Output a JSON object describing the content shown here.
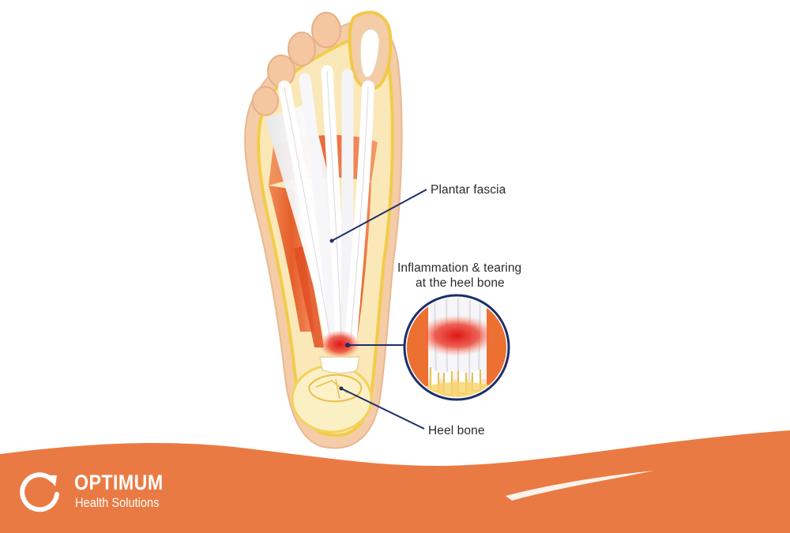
{
  "labels": {
    "plantar_fascia": "Plantar fascia",
    "inflammation_line1": "Inflammation & tearing",
    "inflammation_line2": "at the heel bone",
    "heel_bone": "Heel bone"
  },
  "brand": {
    "name": "OPTIMUM",
    "subtitle": "Health Solutions",
    "icon": "circular-arrow-icon"
  },
  "colors": {
    "banner": "#ea7a43",
    "skin": "#f3c9a4",
    "fascia": "#f4f4f6",
    "muscle": "#e8672f",
    "fat": "#f4d45a",
    "inflammation": "#e0201c",
    "leader_line": "#1c2f6b"
  }
}
